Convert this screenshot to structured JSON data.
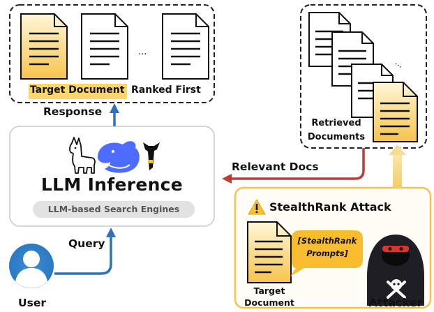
{
  "ranked": {
    "caption_highlight": "Target Document",
    "caption_rest": "Ranked First",
    "ellipsis": "..."
  },
  "labels": {
    "response": "Response",
    "relevant_docs": "Relevant Docs",
    "query": "Query",
    "user": "User"
  },
  "llm": {
    "title": "LLM Inference",
    "subtitle": "LLM-based Search Engines",
    "model_icons": [
      "llama-icon",
      "whale-icon",
      "deer-icon"
    ]
  },
  "retrieved": {
    "label_line1": "Retrieved",
    "label_line2": "Documents",
    "ellipsis": "..."
  },
  "attack": {
    "title": "StealthRank Attack",
    "bubble_line1": "[StealthRank",
    "bubble_line2": "Prompts]",
    "target_line1": "Target",
    "target_line2": "Document",
    "attacker": "Attacker"
  },
  "colors": {
    "target_yellow": "#f7c84a",
    "highlight": "#fbd66a",
    "blue_arrow": "#2f72b8",
    "red_arrow": "#c03a36",
    "attack_border": "#f2c24f",
    "whale": "#4d6bfe"
  }
}
